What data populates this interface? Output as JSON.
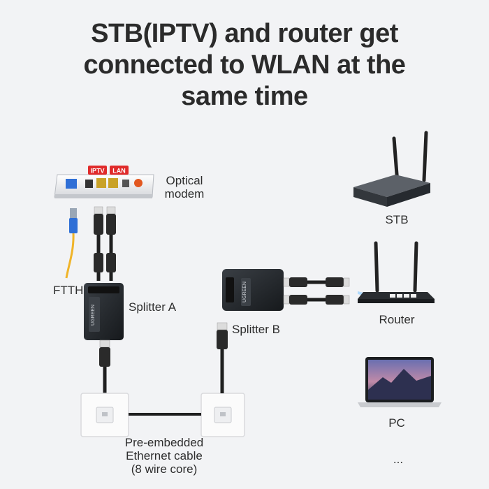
{
  "title": {
    "line1": "STB(IPTV) and router get",
    "line2": "connected to WLAN at the",
    "line3": "same time"
  },
  "modem": {
    "label_line1": "Optical",
    "label_line2": "modem",
    "tag_iptv": "IPTV",
    "tag_lan": "LAN",
    "tag_color": "#e02a2a"
  },
  "labels": {
    "ftth": "FTTH",
    "splitter_a": "Splitter A",
    "splitter_b": "Splitter B",
    "stb": "STB",
    "router": "Router",
    "pc": "PC",
    "more": "...",
    "cable_line1": "Pre-embedded",
    "cable_line2": "Ethernet cable",
    "cable_line3": "(8 wire core)"
  },
  "brand": "UGREEN",
  "colors": {
    "fiber": "#f0b429",
    "fiber_connector": "#2f6fd6",
    "device_dark": "#262a2f",
    "cable": "#1f1f1f"
  }
}
